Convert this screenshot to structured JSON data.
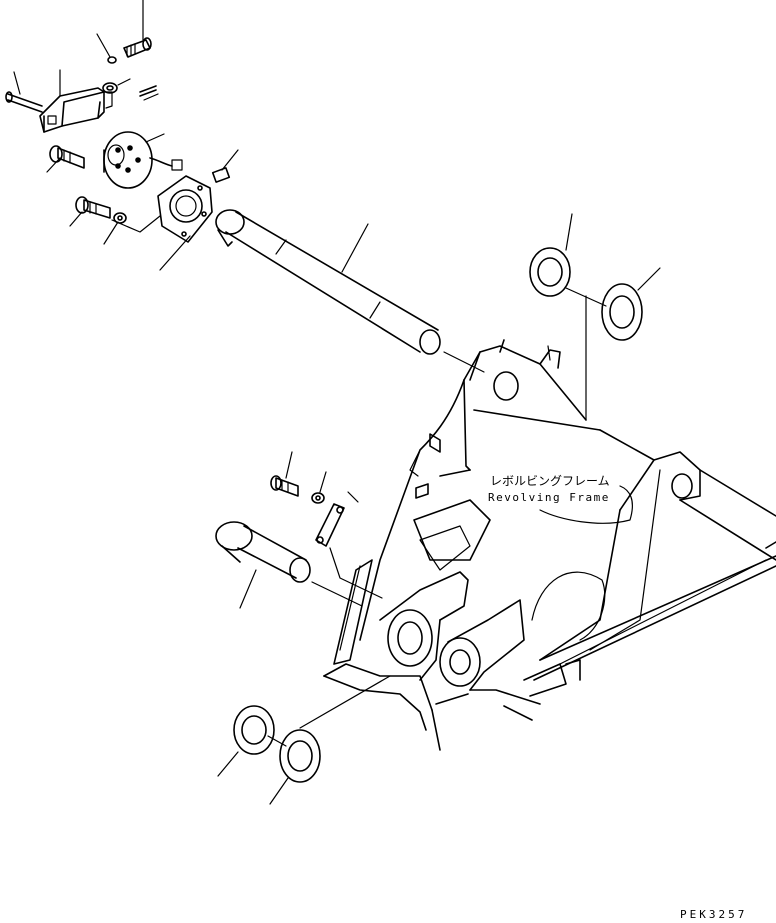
{
  "callout": {
    "japanese": "レボルビングフレーム",
    "english": "Revolving Frame"
  },
  "drawing_id": "PEK3257",
  "parts": [
    "bolt",
    "washer",
    "stopper-bracket",
    "pin",
    "plate",
    "sensor",
    "connector",
    "bracket",
    "main-pin",
    "shim",
    "lower-pin",
    "lower-shim"
  ]
}
